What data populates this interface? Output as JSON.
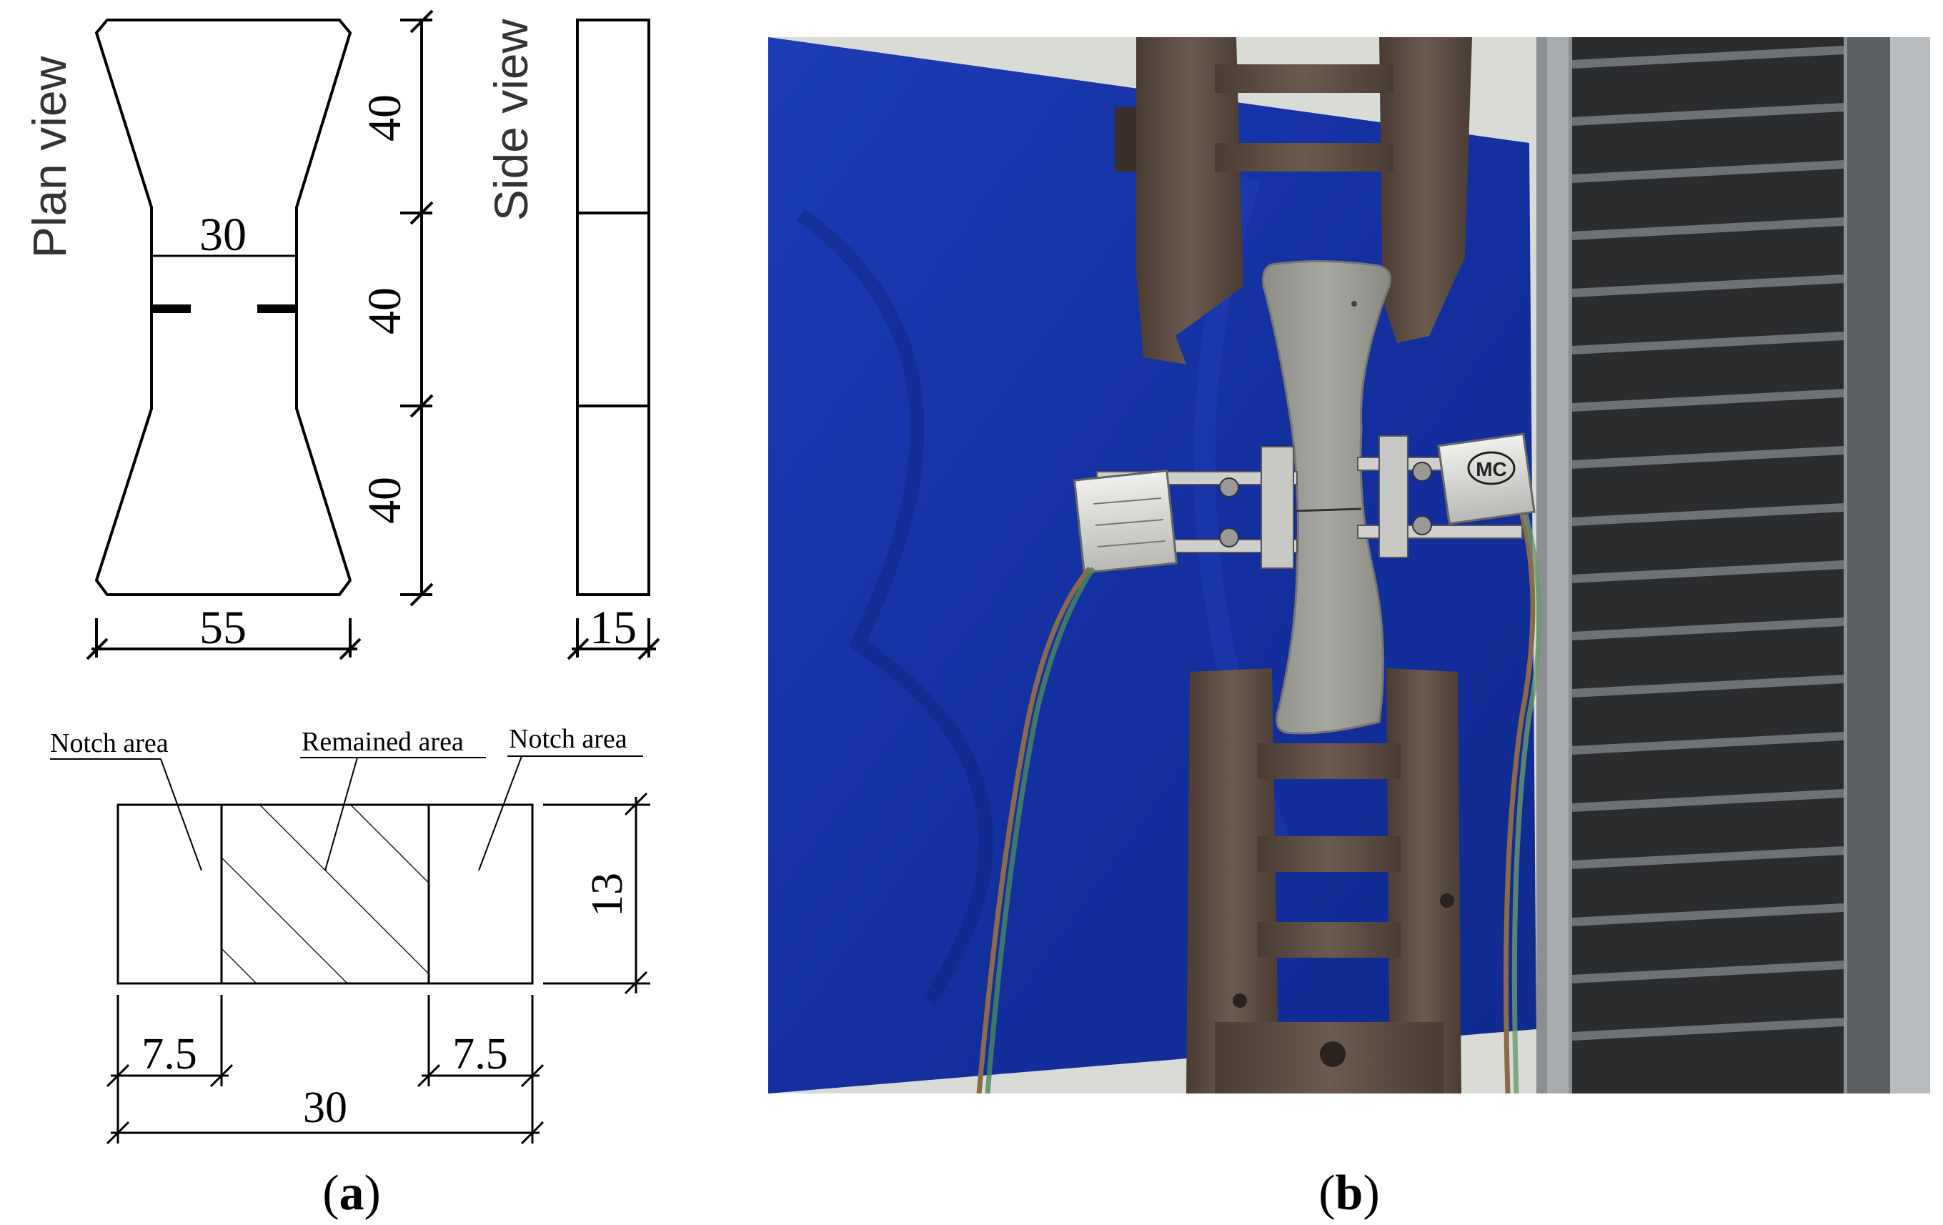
{
  "panel_a": {
    "plan_view_label": "Plan view",
    "side_view_label": "Side view",
    "dim_neck_width": "30",
    "dim_segment_1": "40",
    "dim_segment_2": "40",
    "dim_segment_3": "40",
    "dim_total_width": "55",
    "dim_thickness": "15",
    "section": {
      "notch_label_left": "Notch area",
      "remained_label": "Remained area",
      "notch_label_right": "Notch area",
      "dim_height": "13",
      "dim_notch_left": "7.5",
      "dim_notch_right": "7.5",
      "dim_total": "30"
    },
    "caption_letter": "a"
  },
  "panel_b": {
    "caption_letter": "b",
    "gauge_label": "MC"
  },
  "colors": {
    "line": "#000000",
    "background_cloth": "#1534a8",
    "steel_grip": "#5b4a40",
    "specimen": "#9a9a95",
    "machine_frame": "#8c8f92"
  }
}
